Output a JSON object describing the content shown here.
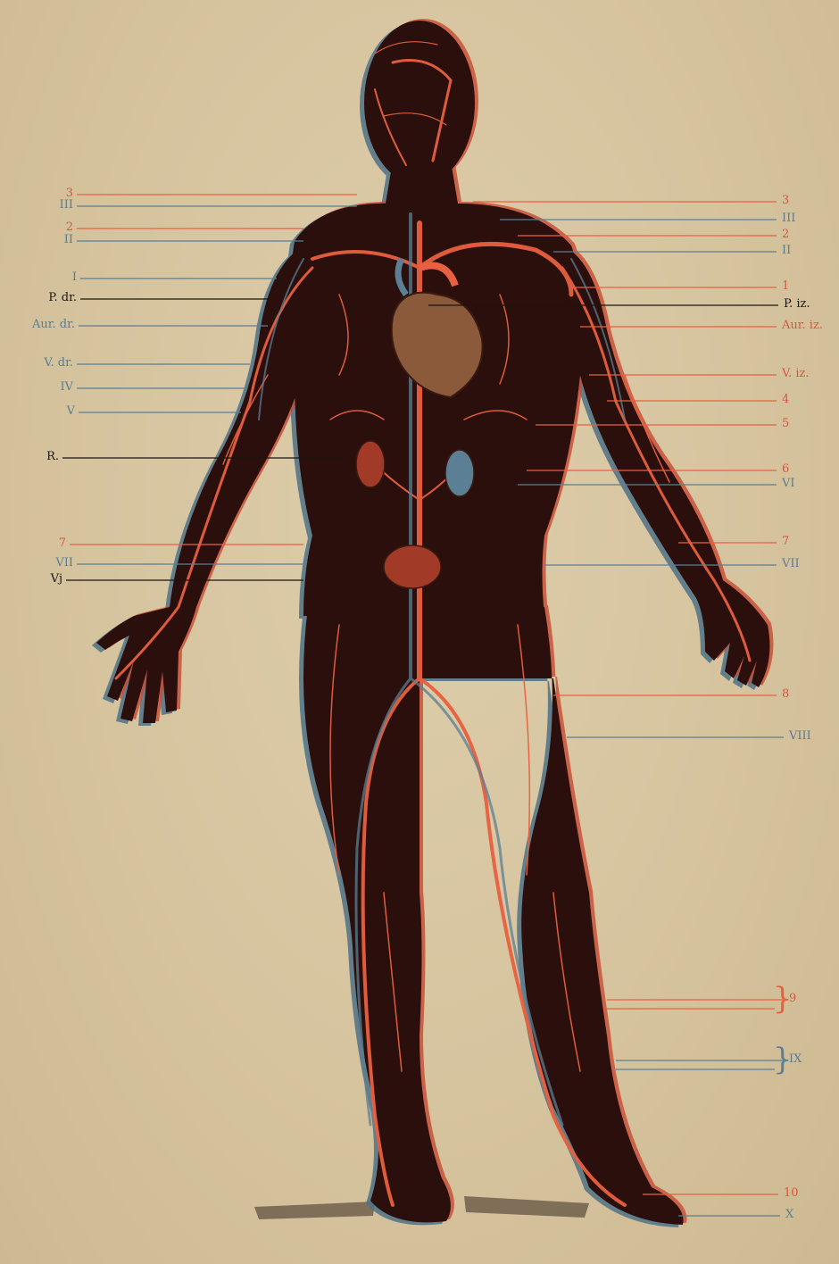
{
  "palette": {
    "paper": "#d8c7a3",
    "body": "#2a0f0c",
    "artery": "#e8603f",
    "vein": "#5b7f94",
    "heart": "#8a5a3a",
    "label_black": "#1c1410"
  },
  "labels_left": [
    {
      "id": "l-3",
      "text": "3",
      "color": "red"
    },
    {
      "id": "l-III",
      "text": "III",
      "color": "blue"
    },
    {
      "id": "l-2",
      "text": "2",
      "color": "red"
    },
    {
      "id": "l-II",
      "text": "II",
      "color": "blue"
    },
    {
      "id": "l-I",
      "text": "I",
      "color": "blue"
    },
    {
      "id": "l-Pdr",
      "text": "P. dr.",
      "color": "black"
    },
    {
      "id": "l-Aurdr",
      "text": "Aur. dr.",
      "color": "blue"
    },
    {
      "id": "l-Vdr",
      "text": "V. dr.",
      "color": "blue"
    },
    {
      "id": "l-IV",
      "text": "IV",
      "color": "blue"
    },
    {
      "id": "l-V",
      "text": "V",
      "color": "blue"
    },
    {
      "id": "l-R",
      "text": "R.",
      "color": "black"
    },
    {
      "id": "l-7",
      "text": "7",
      "color": "red"
    },
    {
      "id": "l-VII",
      "text": "VII",
      "color": "blue"
    },
    {
      "id": "l-Vj",
      "text": "Vj",
      "color": "black"
    }
  ],
  "labels_right": [
    {
      "id": "r-3",
      "text": "3",
      "color": "red"
    },
    {
      "id": "r-III",
      "text": "III",
      "color": "blue"
    },
    {
      "id": "r-2",
      "text": "2",
      "color": "red"
    },
    {
      "id": "r-II",
      "text": "II",
      "color": "blue"
    },
    {
      "id": "r-1",
      "text": "1",
      "color": "red"
    },
    {
      "id": "r-Piz",
      "text": "P. iz.",
      "color": "black"
    },
    {
      "id": "r-Auriz",
      "text": "Aur. iz.",
      "color": "red"
    },
    {
      "id": "r-Viz",
      "text": "V. iz.",
      "color": "red"
    },
    {
      "id": "r-4",
      "text": "4",
      "color": "red"
    },
    {
      "id": "r-5",
      "text": "5",
      "color": "red"
    },
    {
      "id": "r-6",
      "text": "6",
      "color": "red"
    },
    {
      "id": "r-VI",
      "text": "VI",
      "color": "blue"
    },
    {
      "id": "r-7",
      "text": "7",
      "color": "red"
    },
    {
      "id": "r-VII",
      "text": "VII",
      "color": "blue"
    },
    {
      "id": "r-8",
      "text": "8",
      "color": "red"
    },
    {
      "id": "r-VIII",
      "text": "VIII",
      "color": "blue"
    },
    {
      "id": "r-9",
      "text": "9",
      "color": "red"
    },
    {
      "id": "r-IX",
      "text": "IX",
      "color": "blue"
    },
    {
      "id": "r-10",
      "text": "10",
      "color": "red"
    },
    {
      "id": "r-X",
      "text": "X",
      "color": "blue"
    }
  ]
}
